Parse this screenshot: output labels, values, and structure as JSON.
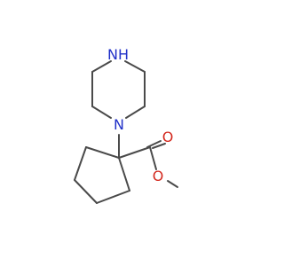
{
  "molecule": {
    "atoms": [
      {
        "id": "N4",
        "symbol": "NH",
        "color": "#2030c8"
      },
      {
        "id": "N1",
        "symbol": "N",
        "color": "#2030c8"
      },
      {
        "id": "O_carbonyl",
        "symbol": "O",
        "color": "#d42a20"
      },
      {
        "id": "O_ester",
        "symbol": "O",
        "color": "#d42a20"
      }
    ],
    "bond_color": "#4a4a4a",
    "background": "#ffffff"
  }
}
